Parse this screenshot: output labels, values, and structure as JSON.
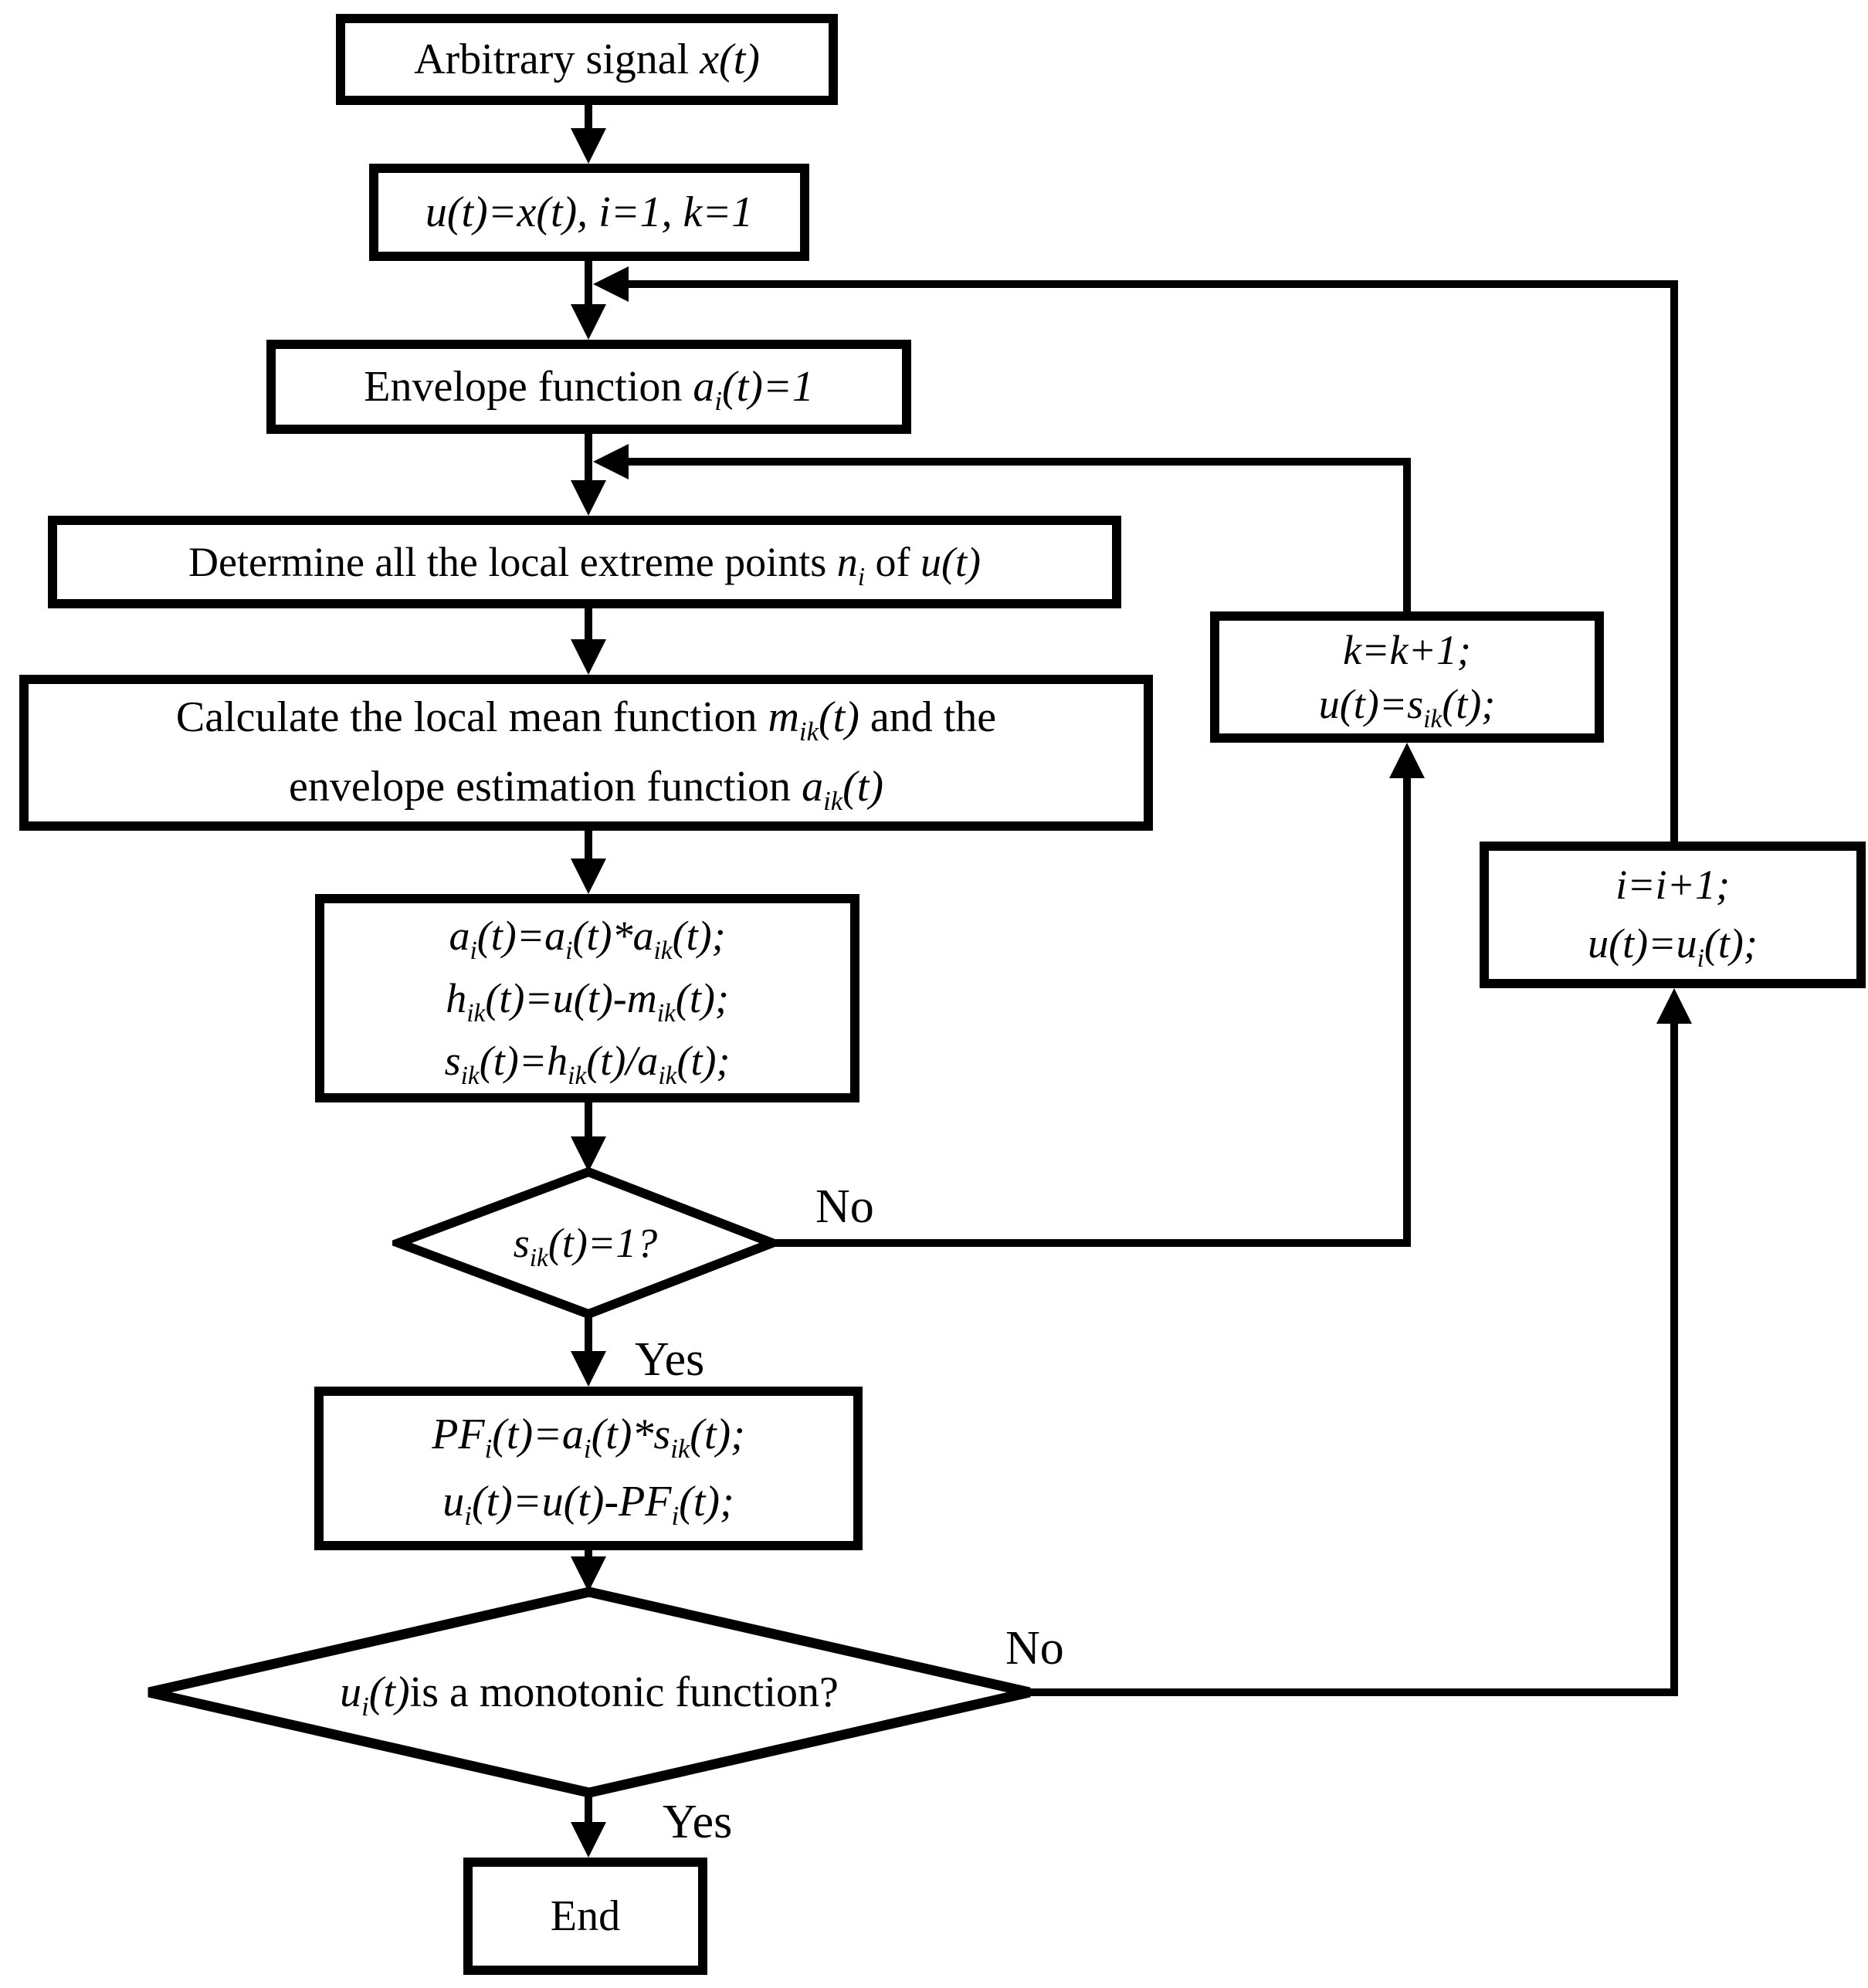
{
  "colors": {
    "background": "#ffffff",
    "stroke": "#000000"
  },
  "nodes": {
    "arbitrary_signal": {
      "segments": [
        {
          "t": "Arbitrary signal ",
          "m": false
        },
        {
          "t": "x(t)",
          "m": true
        }
      ]
    },
    "init": {
      "segments": [
        {
          "t": "u(t)=x(t), i=1, k=1",
          "m": true
        }
      ]
    },
    "envelope_init": {
      "segments": [
        {
          "t": "Envelope function ",
          "m": false
        },
        {
          "t": "a_{i}(t)=1",
          "m": true
        }
      ]
    },
    "find_extrema": {
      "segments": [
        {
          "t": "Determine all the local extreme points ",
          "m": false
        },
        {
          "t": "n_{i}",
          "m": true
        },
        {
          "t": " of ",
          "m": false
        },
        {
          "t": "u(t)",
          "m": true
        }
      ]
    },
    "local_mean": {
      "lines": [
        [
          {
            "t": "Calculate the local mean function ",
            "m": false
          },
          {
            "t": "m_{ik}(t)",
            "m": true
          },
          {
            "t": " and the",
            "m": false
          }
        ],
        [
          {
            "t": "envelope estimation function ",
            "m": false
          },
          {
            "t": "a_{ik}(t)",
            "m": true
          }
        ]
      ]
    },
    "sift": {
      "lines": [
        [
          {
            "t": "a_{i}(t)=a_{i}(t)*a_{ik}(t);",
            "m": true
          }
        ],
        [
          {
            "t": "h_{ik}(t)=u(t)-m_{ik}(t);",
            "m": true
          }
        ],
        [
          {
            "t": "s_{ik}(t)=h_{ik}(t)/a_{ik}(t);",
            "m": true
          }
        ]
      ]
    },
    "purity_check": {
      "segments": [
        {
          "t": "s_{ik}(t)=1?",
          "m": true
        }
      ]
    },
    "pf_extract": {
      "lines": [
        [
          {
            "t": "PF_{i}(t)=a_{i}(t)*s_{ik}(t);",
            "m": true
          }
        ],
        [
          {
            "t": "u_{i}(t)=u(t)-PF_{i}(t);",
            "m": true
          }
        ]
      ]
    },
    "monotonic_check": {
      "segments": [
        {
          "t": "u_{i}(t)",
          "m": true
        },
        {
          "t": " is a monotonic function?",
          "m": false
        }
      ]
    },
    "k_update": {
      "lines": [
        [
          {
            "t": "k=k+1;",
            "m": true
          }
        ],
        [
          {
            "t": "u(t)=s_{ik}(t);",
            "m": true
          }
        ]
      ]
    },
    "i_update": {
      "lines": [
        [
          {
            "t": "i=i+1;",
            "m": true
          }
        ],
        [
          {
            "t": "u(t)=u_{i}(t);",
            "m": true
          }
        ]
      ]
    },
    "end": {
      "segments": [
        {
          "t": "End",
          "m": false
        }
      ]
    }
  },
  "edge_labels": {
    "purity_no": "No",
    "purity_yes": "Yes",
    "monotonic_no": "No",
    "monotonic_yes": "Yes"
  }
}
